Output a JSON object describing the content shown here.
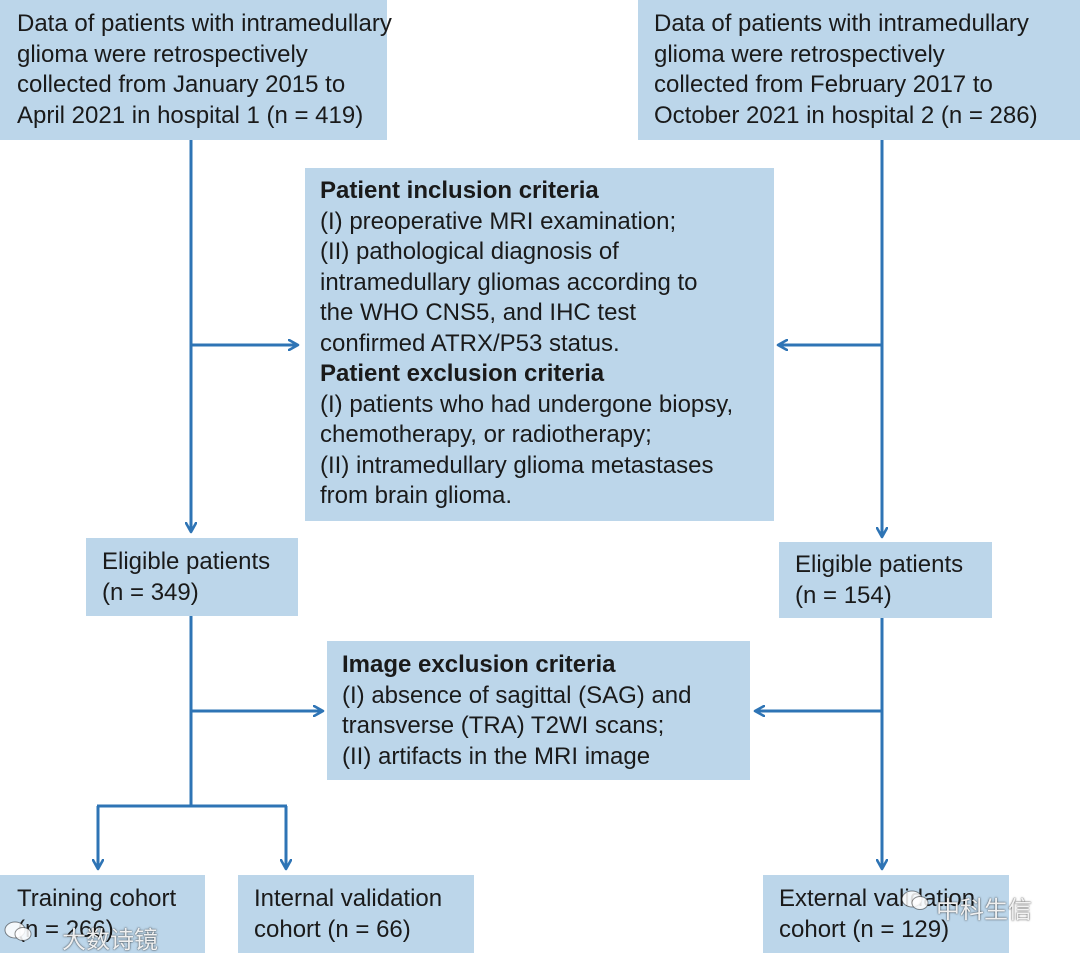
{
  "hospital1": {
    "lines": [
      "Data of patients with intramedullary",
      "glioma were retrospectively",
      "collected from January 2015 to",
      "April 2021 in hospital 1 (n = 419)"
    ]
  },
  "hospital2": {
    "lines": [
      "Data of patients with intramedullary",
      "glioma were retrospectively",
      "collected from February 2017 to",
      "October 2021 in hospital 2 (n = 286)"
    ]
  },
  "patient_criteria": {
    "inclusion_title": "Patient inclusion criteria",
    "inclusion_lines": [
      "(I) preoperative MRI examination;",
      "(II) pathological diagnosis of",
      "intramedullary gliomas according to",
      "the WHO CNS5, and IHC test",
      "confirmed ATRX/P53 status."
    ],
    "exclusion_title": "Patient exclusion criteria",
    "exclusion_lines": [
      "(I) patients who had undergone biopsy,",
      "chemotherapy, or radiotherapy;",
      "(II) intramedullary glioma metastases",
      "from brain glioma."
    ]
  },
  "eligible1": {
    "lines": [
      "Eligible patients",
      "(n = 349)"
    ]
  },
  "eligible2": {
    "lines": [
      "Eligible patients",
      "(n = 154)"
    ]
  },
  "image_criteria": {
    "title": "Image exclusion criteria",
    "lines": [
      "(I) absence of sagittal (SAG) and",
      "transverse (TRA) T2WI scans;",
      "(II) artifacts in the MRI image"
    ]
  },
  "training": {
    "lines": [
      "Training cohort",
      "(n = 266)"
    ]
  },
  "internal": {
    "lines": [
      "Internal validation",
      "cohort (n = 66)"
    ]
  },
  "external": {
    "lines": [
      "External validation",
      "cohort (n = 129)"
    ]
  },
  "watermarks": {
    "left": "大数诗镜",
    "right": "中科生信"
  },
  "colors": {
    "box": "#bcd6ea",
    "arrow": "#2e74b5"
  }
}
